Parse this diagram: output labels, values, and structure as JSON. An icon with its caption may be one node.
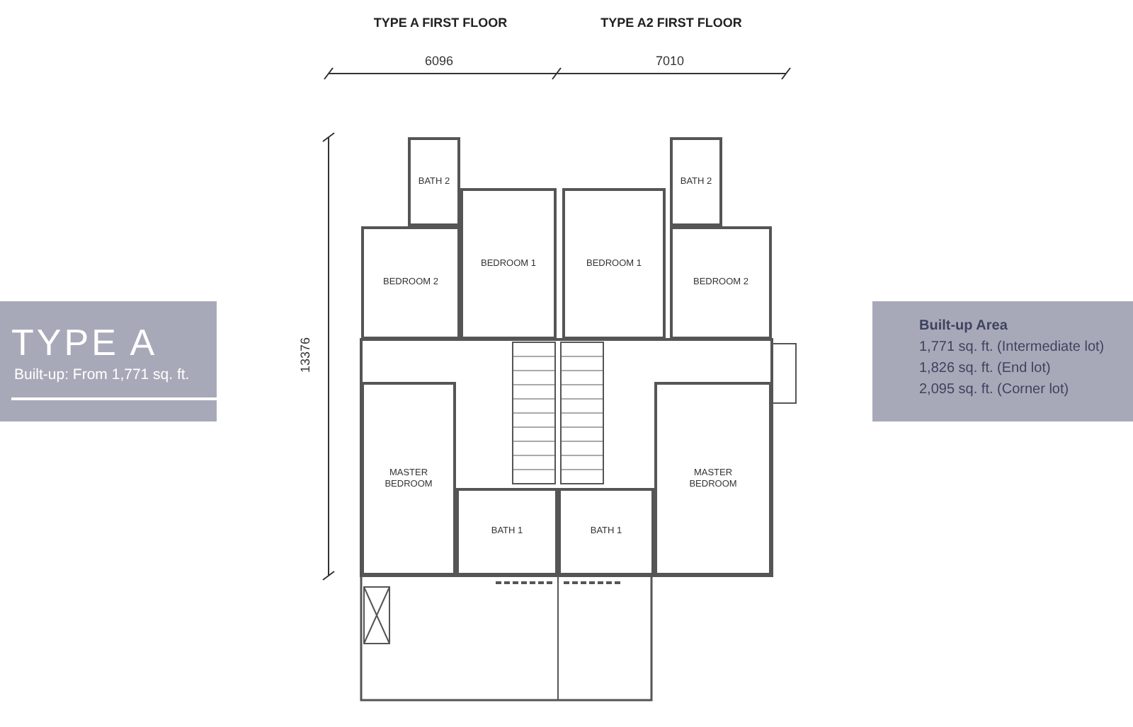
{
  "diagram": {
    "nodes": [
      {
        "text": [
          "BATH 2"
        ]
      },
      {
        "text": [
          "BATH 2"
        ]
      },
      {
        "text": [
          "BEDROOM 1"
        ]
      },
      {
        "text": [
          "BEDROOM 1"
        ]
      },
      {
        "text": [
          "BEDROOM 2"
        ]
      },
      {
        "text": [
          "BEDROOM 2"
        ]
      },
      {
        "text": [
          "TYPE A",
          "Built-up: From 1,771 sq. ft."
        ]
      },
      {
        "text": [
          "Built-up Area",
          "1,771 sq. ft. (Intermediate lot)",
          "1,826 sq. ft. (End lot)",
          "2,095 sq. ft. (Corner lot)"
        ]
      },
      {
        "text": [
          "MASTER BEDROOM"
        ]
      },
      {
        "text": [
          "MASTER BEDROOM"
        ]
      },
      {
        "text": [
          "BATH 1"
        ]
      },
      {
        "text": [
          "BATH 1"
        ]
      }
    ],
    "labels": [
      "TYPE A FIRST FLOOR",
      "TYPE A2 FIRST FLOOR",
      "6096",
      "7010",
      "13376"
    ]
  }
}
